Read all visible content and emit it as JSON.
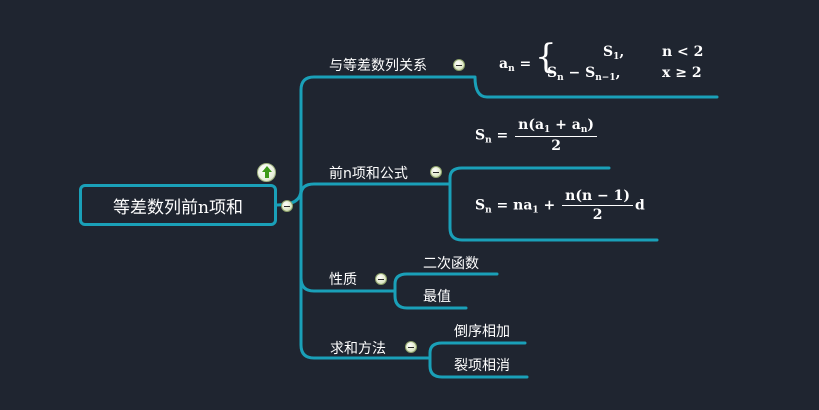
{
  "root": {
    "label": "等差数列前n项和"
  },
  "branches": [
    {
      "label": "与等差数列关系"
    },
    {
      "label": "前n项和公式"
    },
    {
      "label": "性质",
      "children": [
        "二次函数",
        "最值"
      ]
    },
    {
      "label": "求和方法",
      "children": [
        "倒序相加",
        "裂项相消"
      ]
    }
  ],
  "formulas": {
    "relation": {
      "lhs": "a",
      "lhs_sub": "n",
      "case1_value": "S",
      "case1_sub": "1",
      "case1_cond": "n < 2",
      "case2_value": "S",
      "case2_sub": "n",
      "case2_minus": " − S",
      "case2_sub2": "n−1",
      "case2_cond": "x ≥ 2"
    },
    "sum1": {
      "lhs": "S",
      "lhs_sub": "n",
      "num": "n(a",
      "num_sub1": "1",
      "num_mid": " + a",
      "num_sub2": "n",
      "num_end": ")",
      "den": "2"
    },
    "sum2": {
      "lhs": "S",
      "lhs_sub": "n",
      "pre": "na",
      "pre_sub": "1",
      "num": "n(n − 1)",
      "den": "2",
      "post": "d"
    }
  },
  "colors": {
    "background": "#1f2530",
    "connector": "#1aa0b8",
    "text": "#ffffff",
    "expand_icon": "#3e9a1a"
  },
  "icons": [
    "collapse-icon",
    "expand-up-icon"
  ]
}
